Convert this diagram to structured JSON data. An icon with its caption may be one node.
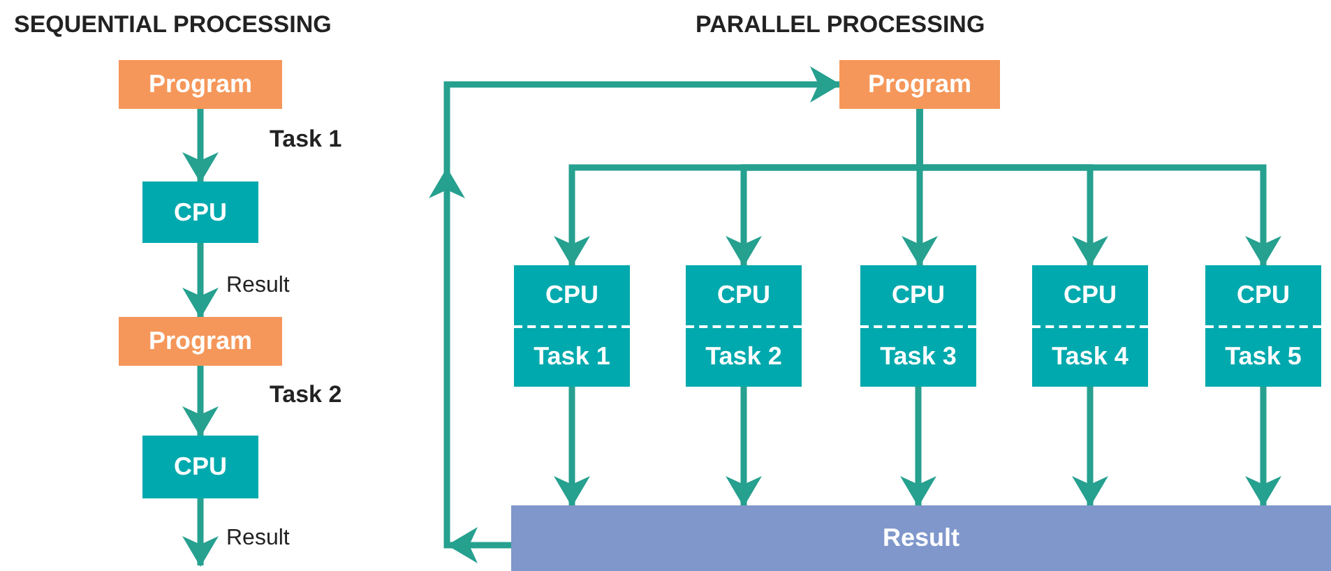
{
  "diagram": {
    "nodes": [
      {
        "text": [
          "Program"
        ]
      },
      {
        "text": [
          "CPU"
        ]
      },
      {
        "text": [
          "Program"
        ]
      },
      {
        "text": [
          "CPU"
        ]
      },
      {
        "text": [
          "Program"
        ]
      },
      {
        "text": [
          "CPU",
          "Task 1"
        ]
      },
      {
        "text": [
          "CPU",
          "Task 2"
        ]
      },
      {
        "text": [
          "CPU",
          "Task 3"
        ]
      },
      {
        "text": [
          "CPU",
          "Task 4"
        ]
      },
      {
        "text": [
          "CPU",
          "Task 5"
        ]
      },
      {
        "text": [
          "Result"
        ]
      }
    ],
    "edges": [
      {
        "from": 0,
        "to": 1,
        "arrow": "to",
        "label": "Task 1"
      },
      {
        "from": 1,
        "to": 2,
        "arrow": "to",
        "label": "Result"
      },
      {
        "from": 2,
        "to": 3,
        "arrow": "to",
        "label": "Task 2"
      },
      {
        "from": 3,
        "to": null,
        "arrow": "to",
        "label": "Result"
      },
      {
        "from": 4,
        "to": 5,
        "arrow": "to"
      },
      {
        "from": 4,
        "to": 6,
        "arrow": "to"
      },
      {
        "from": 4,
        "to": 7,
        "arrow": "to"
      },
      {
        "from": 4,
        "to": 8,
        "arrow": "to"
      },
      {
        "from": 4,
        "to": 9,
        "arrow": "to"
      },
      {
        "from": 5,
        "to": 10,
        "arrow": "to"
      },
      {
        "from": 6,
        "to": 10,
        "arrow": "to"
      },
      {
        "from": 7,
        "to": 10,
        "arrow": "to"
      },
      {
        "from": 8,
        "to": 10,
        "arrow": "to"
      },
      {
        "from": 9,
        "to": 10,
        "arrow": "to"
      },
      {
        "from": 10,
        "to": 4,
        "arrow": "to"
      }
    ],
    "labels": [
      "SEQUENTIAL PROCESSING",
      "PARALLEL PROCESSING"
    ]
  }
}
